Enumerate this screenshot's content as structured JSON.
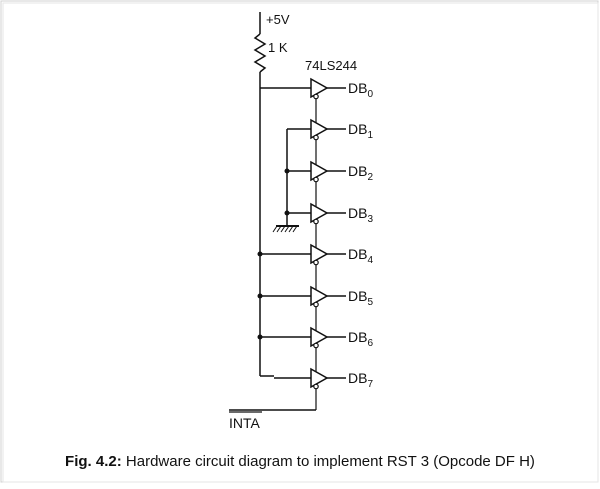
{
  "diagram": {
    "supply_label": "+5V",
    "resistor_label": "1 K",
    "ic_label": "74LS244",
    "outputs": [
      {
        "base": "DB",
        "sub": "0"
      },
      {
        "base": "DB",
        "sub": "1"
      },
      {
        "base": "DB",
        "sub": "2"
      },
      {
        "base": "DB",
        "sub": "3"
      },
      {
        "base": "DB",
        "sub": "4"
      },
      {
        "base": "DB",
        "sub": "5"
      },
      {
        "base": "DB",
        "sub": "6"
      },
      {
        "base": "DB",
        "sub": "7"
      }
    ],
    "enable_label": "INTA"
  },
  "caption": {
    "prefix": "Fig. 4.2:",
    "text": " Hardware circuit diagram to implement RST 3 (Opcode DF H)"
  }
}
